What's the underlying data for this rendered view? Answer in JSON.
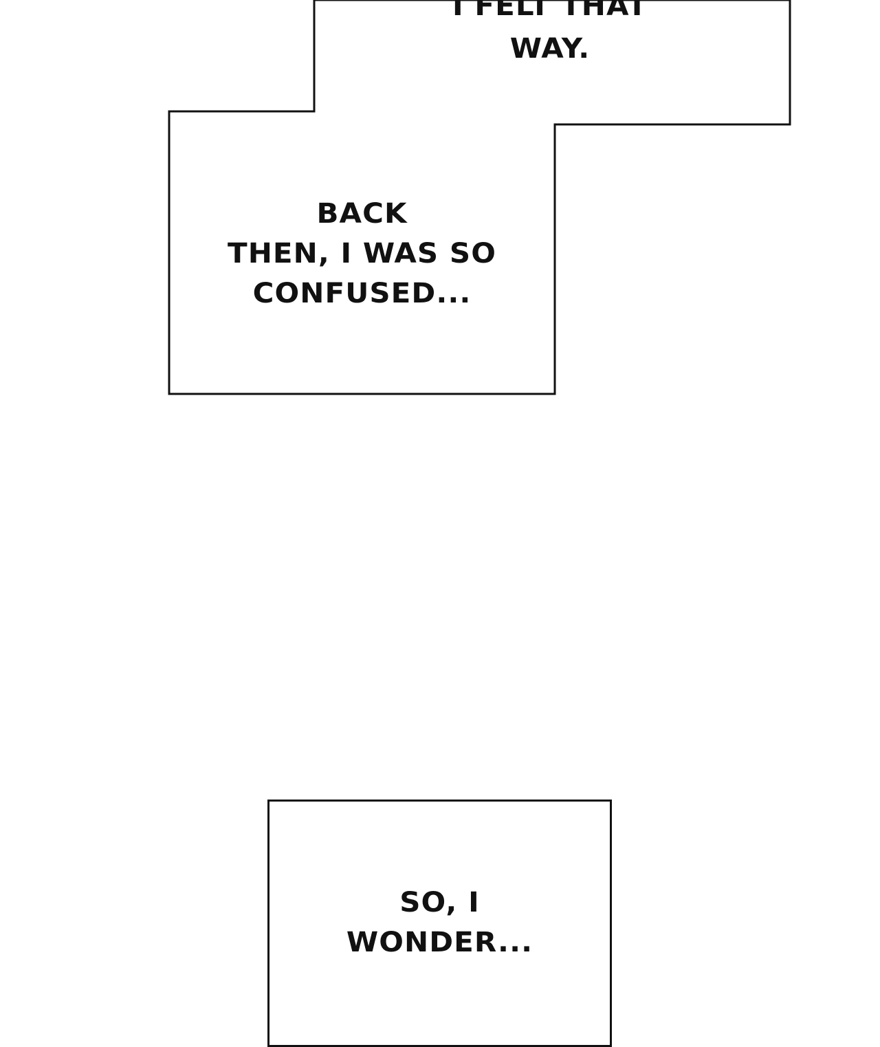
{
  "colors": {
    "background": "#ffffff",
    "ink": "#111111"
  },
  "panel_top": {
    "lines": [
      "I FELT THAT",
      "WAY."
    ]
  },
  "panel_middle": {
    "lines": [
      "BACK",
      "THEN, I WAS SO",
      "CONFUSED..."
    ]
  },
  "panel_bottom": {
    "lines": [
      "SO, I",
      "WONDER..."
    ]
  }
}
